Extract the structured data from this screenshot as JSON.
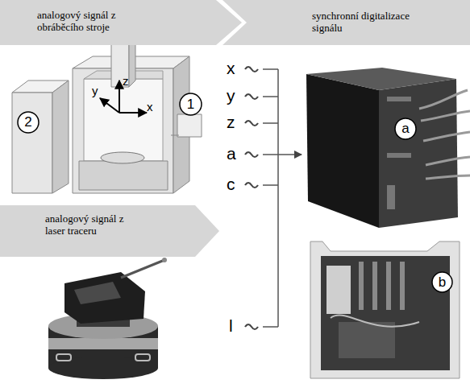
{
  "diagram": {
    "nodes": [
      {
        "text": [
          "analogový signál z obráběcího stroje"
        ]
      },
      {
        "text": [
          "synchronní digitalizace signálu"
        ]
      },
      {
        "text": [
          "1"
        ]
      },
      {
        "text": [
          "2"
        ]
      },
      {
        "text": [
          "a"
        ]
      },
      {
        "text": [
          "analogový signál z laser traceru"
        ]
      },
      {
        "text": [
          "b"
        ]
      }
    ],
    "labels": [
      "y",
      "z",
      "x",
      "x",
      "y",
      "z",
      "a",
      "c",
      "l"
    ]
  }
}
